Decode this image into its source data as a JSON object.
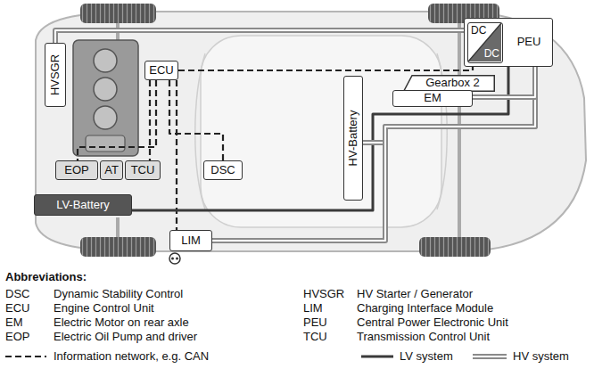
{
  "diagram": {
    "nodes": [
      {
        "text": [
          "HVSGR"
        ]
      },
      {
        "text": [
          "ECU"
        ]
      },
      {
        "text": [
          "PEU"
        ]
      },
      {
        "text": [
          "DC",
          "DC"
        ],
        "in": 2
      },
      {
        "text": [
          "Gearbox 2"
        ]
      },
      {
        "text": [
          "EM"
        ]
      },
      {
        "text": [
          "HV-Battery"
        ]
      },
      {
        "text": [
          "EOP"
        ]
      },
      {
        "text": [
          "AT"
        ]
      },
      {
        "text": [
          "TCU"
        ]
      },
      {
        "text": [
          "DSC"
        ]
      },
      {
        "text": [
          "LV-Battery"
        ]
      },
      {
        "text": [
          "LIM"
        ]
      }
    ],
    "edges": [
      {
        "from": 1,
        "to": 2,
        "arrow": "none"
      },
      {
        "from": 1,
        "to": 7,
        "arrow": "none"
      },
      {
        "from": 1,
        "to": 9,
        "arrow": "none"
      },
      {
        "from": 1,
        "to": 10,
        "arrow": "none"
      },
      {
        "from": 1,
        "to": 12,
        "arrow": "none"
      },
      {
        "from": 11,
        "to": 2,
        "arrow": "none"
      },
      {
        "from": 0,
        "to": 2,
        "arrow": "none"
      },
      {
        "from": 6,
        "to": 2,
        "arrow": "none"
      },
      {
        "from": 12,
        "to": 2,
        "arrow": "none"
      },
      {
        "from": 5,
        "to": 2,
        "arrow": "none"
      }
    ],
    "labels": [
      "Abbreviations:",
      "DSC",
      "Dynamic Stability Control",
      "HVSGR",
      "HV Starter / Generator",
      "ECU",
      "Engine Control Unit",
      "LIM",
      "Charging Interface Module",
      "EM",
      "Electric Motor on rear axle",
      "PEU",
      "Central Power Electronic Unit",
      "EOP",
      "Electric Oil Pump and driver",
      "TCU",
      "Transmission Control Unit"
    ],
    "legend": [
      {
        "text": "Information network, e.g. CAN"
      },
      {
        "text": "LV system"
      },
      {
        "text": "HV system"
      }
    ]
  }
}
